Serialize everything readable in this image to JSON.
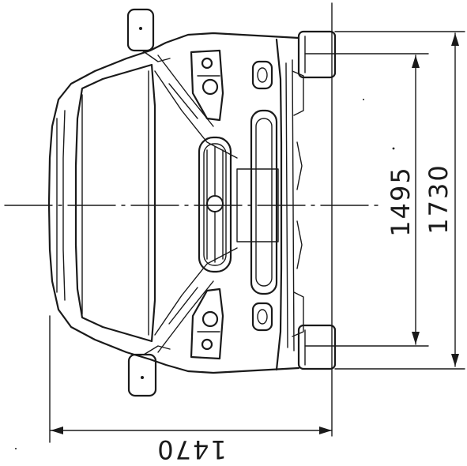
{
  "dimensions": {
    "tread": "1495",
    "overall_width": "1730",
    "overall_height": "1470"
  },
  "colors": {
    "ink": "#1a1a1a",
    "paper": "#ffffff"
  }
}
